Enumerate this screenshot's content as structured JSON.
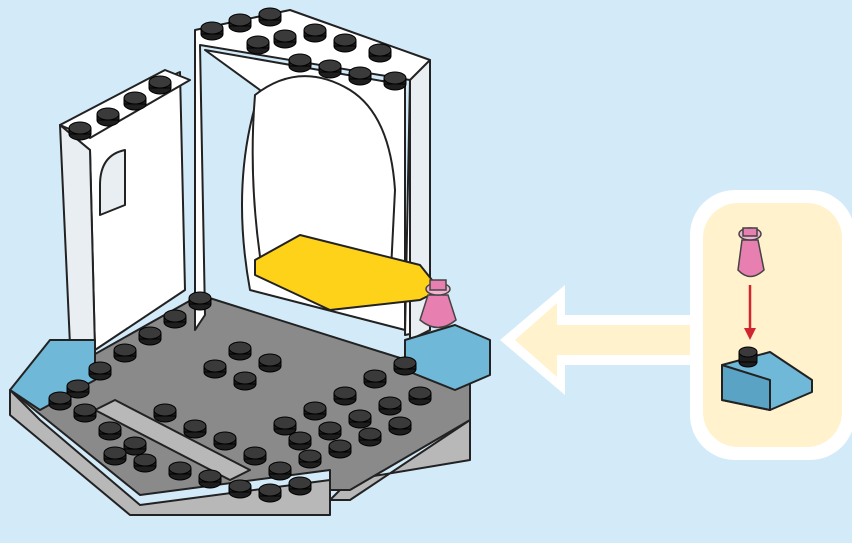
{
  "colors": {
    "background": "#d3ebf8",
    "plate_top": "#8a8a8a",
    "plate_side": "#b8b8b8",
    "stud": "#1e1e1e",
    "wall": "#ffffff",
    "wall_shade": "#e8eef2",
    "accent_yellow": "#ffd21a",
    "slope_blue": "#6fb8d8",
    "cone_pink": "#e77fb1",
    "arrow_fill": "#fff2cc",
    "arrow_outline": "#ffffff",
    "callout_fill": "#fff2cc",
    "direction_arrow": "#d0262f"
  },
  "scene": {
    "main_model": "castle-room-build",
    "callout": "sub-step-attach-cone-to-slope",
    "pointer": "arrow-pointing-left-to-model"
  },
  "icons": [
    "stud-icon",
    "cone-icon",
    "slope-brick-icon",
    "down-arrow-icon",
    "left-arrow-icon"
  ]
}
